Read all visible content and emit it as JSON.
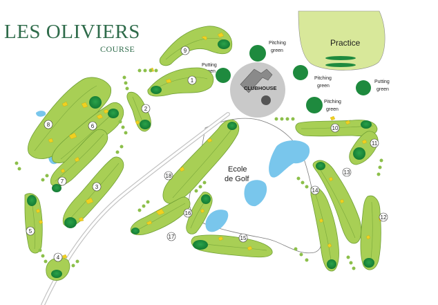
{
  "title": "LES OLIVIERS",
  "subtitle": "COURSE",
  "labels": {
    "practice": "Practice",
    "clubhouse": "CLUBHOUSE",
    "pitching_1": [
      "Pitching",
      "green"
    ],
    "putting_1": [
      "Putting",
      "green"
    ],
    "pitching_2": [
      "Pitching",
      "green"
    ],
    "putting_2": [
      "Putting",
      "green"
    ],
    "pitching_3": [
      "Pitching",
      "green"
    ],
    "ecole": [
      "Ecole",
      "de Golf"
    ]
  },
  "holes": [
    "1",
    "2",
    "3",
    "4",
    "5",
    "6",
    "7",
    "8",
    "9",
    "10",
    "11",
    "12",
    "13",
    "14",
    "15",
    "16",
    "17",
    "18"
  ],
  "colors": {
    "fairway": "#a8cf55",
    "fairway_dark": "#6e9e34",
    "green": "#1e8a3e",
    "bunker": "#f0d020",
    "water": "#79c6ec",
    "rough": "#ffffff",
    "path": "#c8c8c8",
    "title": "#2e6b4a",
    "practice": "#d8e89a"
  }
}
